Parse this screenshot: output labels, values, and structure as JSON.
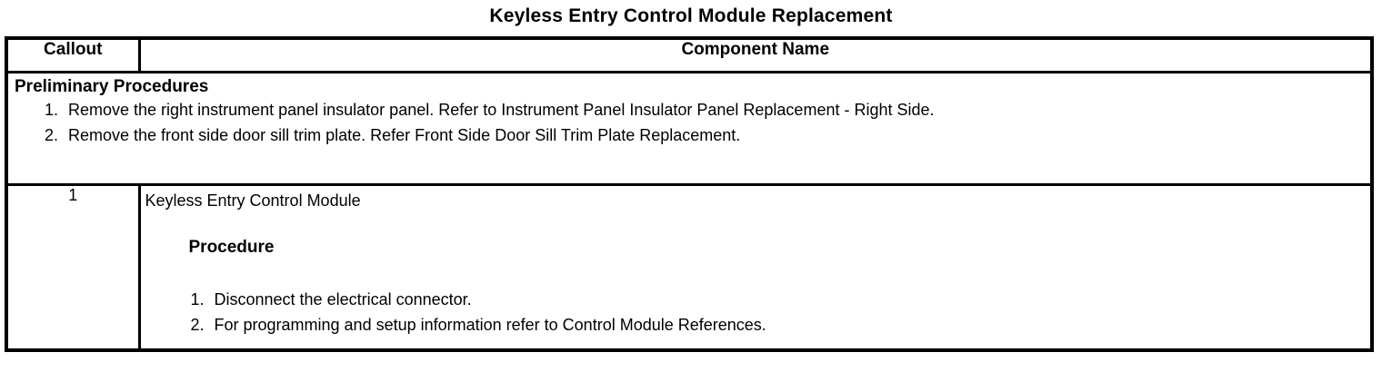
{
  "page": {
    "title": "Keyless Entry Control Module Replacement"
  },
  "table": {
    "headers": {
      "callout": "Callout",
      "component": "Component Name"
    },
    "preliminary": {
      "heading": "Preliminary Procedures",
      "steps": [
        "Remove the right instrument panel insulator panel. Refer to Instrument Panel Insulator Panel Replacement - Right Side.",
        "Remove the front side door sill trim plate. Refer Front Side Door Sill Trim Plate Replacement."
      ]
    },
    "rows": [
      {
        "callout": "1",
        "component": "Keyless Entry Control Module",
        "procedure_heading": "Procedure",
        "steps": [
          "Disconnect the electrical connector.",
          "For programming and setup information refer to Control Module References."
        ]
      }
    ]
  },
  "colors": {
    "border": "#000000",
    "text": "#000000",
    "background": "#ffffff"
  }
}
